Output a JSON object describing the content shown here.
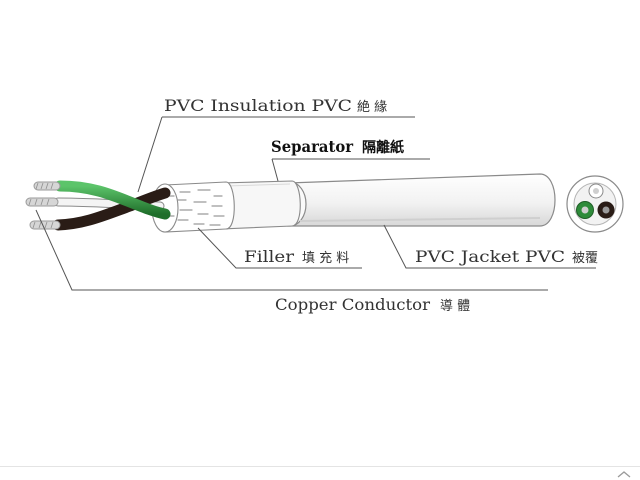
{
  "labels": {
    "insulation": {
      "en": "PVC Insulation PVC",
      "zh": "絶 緣"
    },
    "separator": {
      "en": "Separator",
      "zh": "隔離紙"
    },
    "filler": {
      "en": "Filler",
      "zh": "填 充 料"
    },
    "jacket": {
      "en": "PVC Jacket PVC",
      "zh": "被覆"
    },
    "conductor": {
      "en": "Copper Conductor",
      "zh": "導 體"
    }
  },
  "colors": {
    "green_wire": "#2e8b3a",
    "black_wire": "#2a1c16",
    "white_wire": "#f4f4f4",
    "copper_strand": "#c9c9c9",
    "jacket_fill": "#f3f3f3",
    "jacket_outline": "#8a8a8a"
  },
  "icons": {
    "footer": "expand-arrow-icon"
  }
}
